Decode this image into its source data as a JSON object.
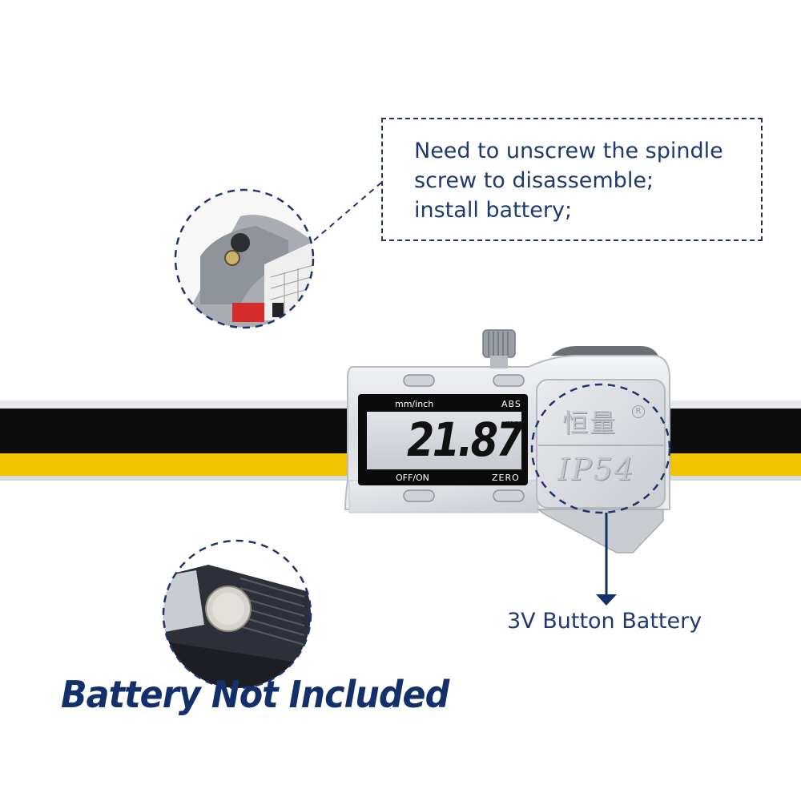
{
  "callout": {
    "lines": [
      "Need to unscrew the spindle",
      "screw to disassemble;",
      "install battery;"
    ]
  },
  "caliper": {
    "unit_label": "mm/inch",
    "abs_label": "ABS",
    "reading": "21.87",
    "unit_suffix": "mm",
    "off_on_label": "OFF/ON",
    "zero_label": "ZERO",
    "brand": "恒量",
    "rating": "IP54"
  },
  "battery_label": "3V Button Battery",
  "footer": {
    "not_included": "Battery Not Included"
  },
  "colors": {
    "navy": "#1f3a6e",
    "ruler_black": "#0d0d0d",
    "ruler_yellow": "#f4c300",
    "dashed_outline": "#1f3566"
  }
}
